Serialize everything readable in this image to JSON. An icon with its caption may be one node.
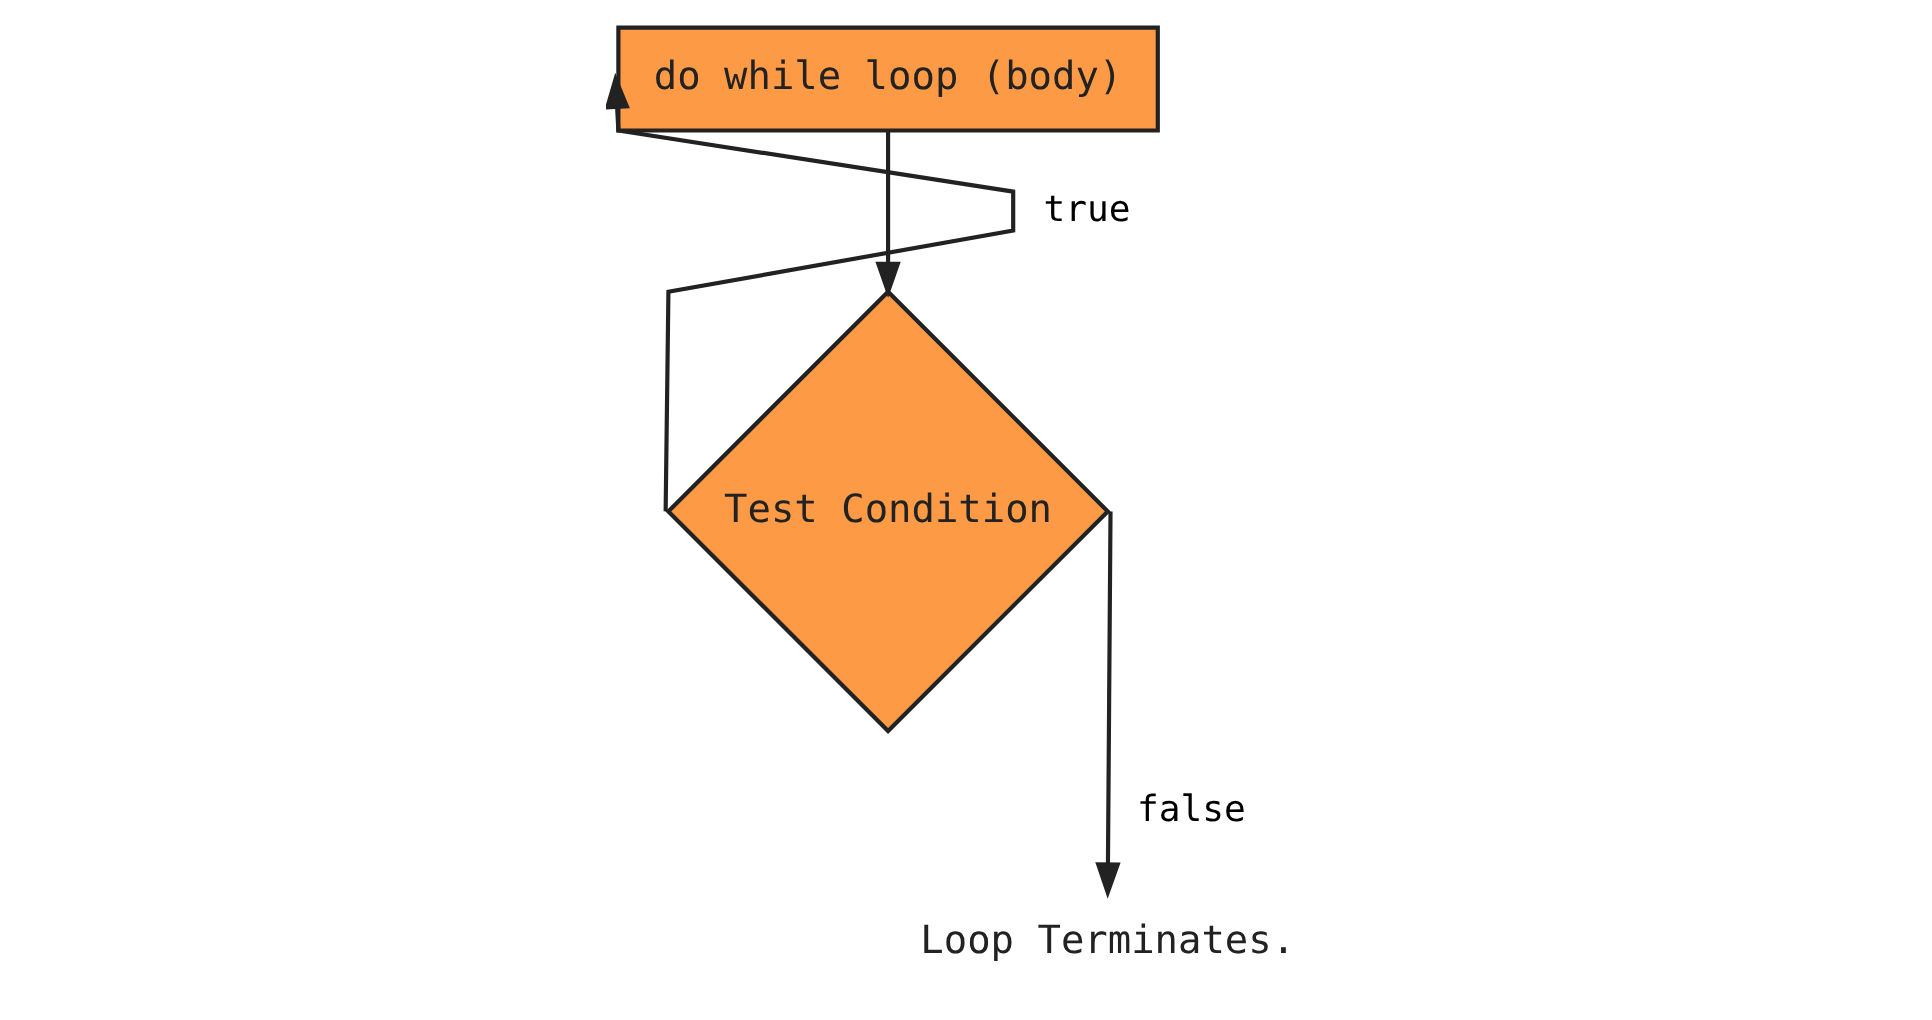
{
  "diagram": {
    "nodes": [
      {
        "text": [
          "do while loop (body)"
        ]
      },
      {
        "text": [
          "Test Condition"
        ]
      },
      {
        "text": [
          "Loop Terminates."
        ]
      }
    ],
    "edges": [
      {
        "from": 0,
        "to": 1,
        "arrow": "to"
      },
      {
        "from": 1,
        "to": 0,
        "arrow": "to",
        "label": "true"
      },
      {
        "from": 1,
        "to": 2,
        "arrow": "to",
        "label": "false"
      }
    ]
  }
}
